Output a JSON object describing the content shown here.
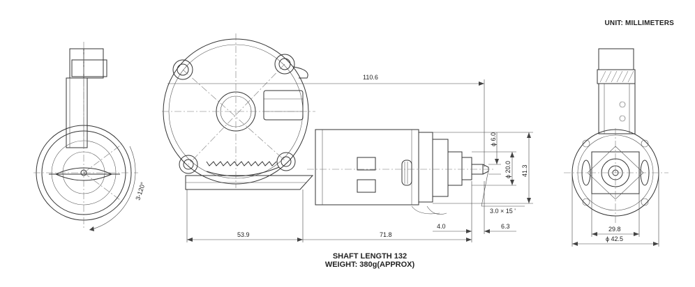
{
  "header": {
    "unit": "UNIT: MILLIMETERS"
  },
  "notes": {
    "shaft_length": "SHAFT LENGTH 132",
    "weight": "WEIGHT: 380g(APPROX)"
  },
  "dimensions": {
    "overall_length": "110.6",
    "gearbox_length": "53.9",
    "motor_length": "71.8",
    "shaft_boss": "4.0",
    "shaft_tip": "6.3",
    "shaft_dia": "ϕ 6.0",
    "boss_dia": "ϕ 20.0",
    "height": "41.3",
    "chamfer": "3.0 × 15 '",
    "flat_width": "29.8",
    "motor_dia": "ϕ 42.5",
    "angle": "3-120°"
  }
}
